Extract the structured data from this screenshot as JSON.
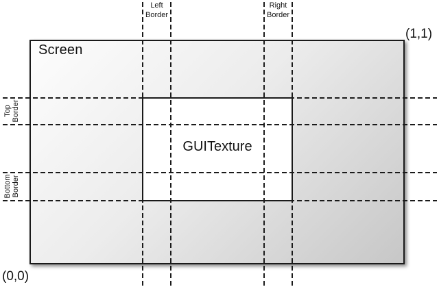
{
  "diagram": {
    "screen_label": "Screen",
    "texture_label": "GUITexture",
    "origin_coord_label": "(0,0)",
    "top_right_coord_label": "(1,1)",
    "borders": {
      "left": {
        "line1": "Left",
        "line2": "Border"
      },
      "right": {
        "line1": "Right",
        "line2": "Border"
      },
      "top": {
        "line1": "Top",
        "line2": "Border"
      },
      "bottom": {
        "line1": "Bottom",
        "line2": "Border"
      }
    },
    "colors": {
      "line": "#1a1a1a",
      "screen_gradient_start": "#fdfdfd",
      "screen_gradient_end": "#c7c7c7",
      "texture_fill": "#ffffff",
      "background": "#ffffff",
      "text": "#111111"
    }
  }
}
